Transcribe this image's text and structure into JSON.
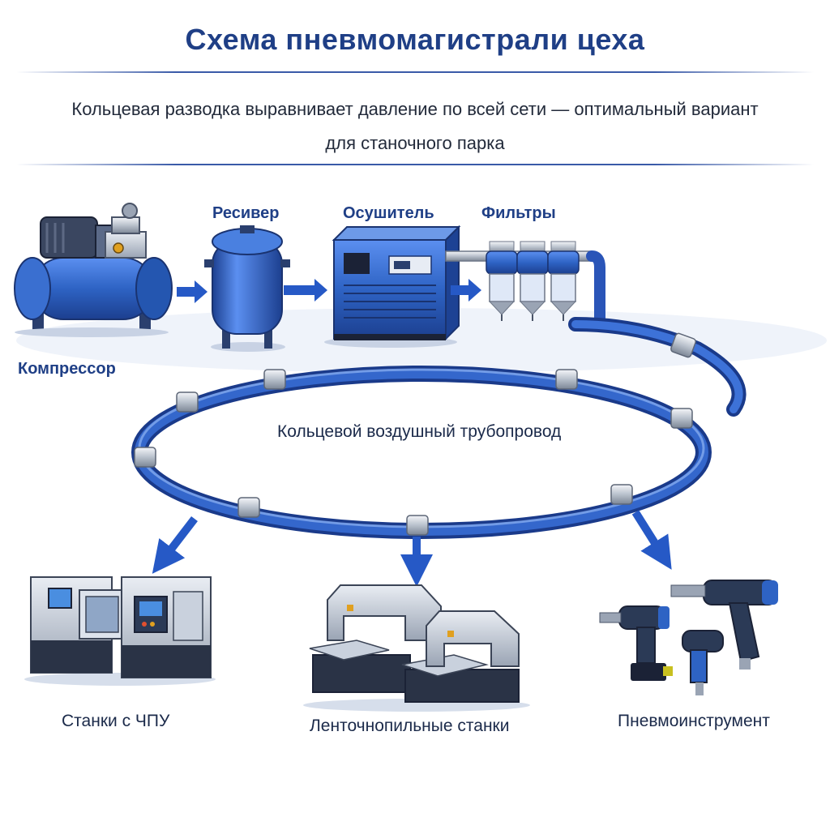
{
  "title": "Схема пневмомагистрали цеха",
  "subtitle_line1": "Кольцевая разводка выравнивает давление по всей сети — оптимальный вариант",
  "subtitle_line2": "для станочного парка",
  "components": {
    "compressor": "Компрессор",
    "receiver": "Ресивер",
    "dryer": "Осушитель",
    "filters": "Фильтры"
  },
  "ring_label": "Кольцевой воздушный трубопровод",
  "consumers": {
    "cnc": "Станки с ЧПУ",
    "bandsaw": "Ленточнопильные станки",
    "tools": "Пневмоинструмент"
  },
  "colors": {
    "title": "#1f3f86",
    "pipe": "#2a55b8",
    "equipment_blue": "#2e63c4",
    "arrow": "#2659c6"
  }
}
